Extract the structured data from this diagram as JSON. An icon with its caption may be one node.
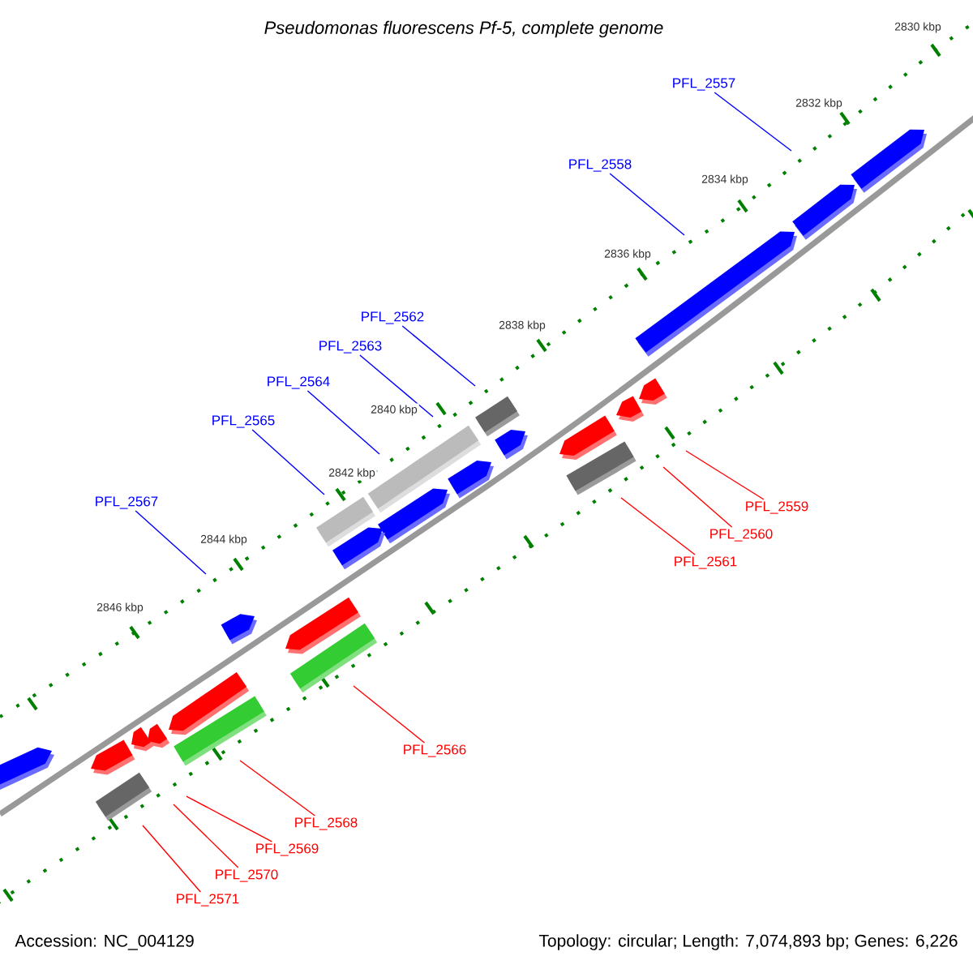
{
  "diagram": {
    "title": "Pseudomonas fluorescens Pf-5, complete genome",
    "nodes": [
      {
        "text": [
          "PFL_2557"
        ]
      },
      {
        "text": [
          "PFL_2558"
        ]
      },
      {
        "text": [
          "PFL_2562"
        ]
      },
      {
        "text": [
          "PFL_2563"
        ]
      },
      {
        "text": [
          "PFL_2564"
        ]
      },
      {
        "text": [
          "PFL_2565"
        ]
      },
      {
        "text": [
          "PFL_2567"
        ]
      },
      {
        "text": [
          "PFL_2559"
        ]
      },
      {
        "text": [
          "PFL_2560"
        ]
      },
      {
        "text": [
          "PFL_2561"
        ]
      },
      {
        "text": [
          "PFL_2566"
        ]
      },
      {
        "text": [
          "PFL_2568"
        ]
      },
      {
        "text": [
          "PFL_2569"
        ]
      },
      {
        "text": [
          "PFL_2570"
        ]
      },
      {
        "text": [
          "PFL_2571"
        ]
      }
    ],
    "edges": [
      {
        "from": 0,
        "to": null,
        "arrow": "none",
        "color": "#0000ff"
      },
      {
        "from": 1,
        "to": null,
        "arrow": "none",
        "color": "#0000ff"
      },
      {
        "from": 2,
        "to": null,
        "arrow": "none",
        "color": "#0000ff"
      },
      {
        "from": 3,
        "to": null,
        "arrow": "none",
        "color": "#0000ff"
      },
      {
        "from": 4,
        "to": null,
        "arrow": "none",
        "color": "#0000ff"
      },
      {
        "from": 5,
        "to": null,
        "arrow": "none",
        "color": "#0000ff"
      },
      {
        "from": 6,
        "to": null,
        "arrow": "none",
        "color": "#0000ff"
      },
      {
        "from": 7,
        "to": null,
        "arrow": "none",
        "color": "#ff0000"
      },
      {
        "from": 8,
        "to": null,
        "arrow": "none",
        "color": "#ff0000"
      },
      {
        "from": 9,
        "to": null,
        "arrow": "none",
        "color": "#ff0000"
      },
      {
        "from": 10,
        "to": null,
        "arrow": "none",
        "color": "#ff0000"
      },
      {
        "from": 11,
        "to": null,
        "arrow": "none",
        "color": "#ff0000"
      },
      {
        "from": 12,
        "to": null,
        "arrow": "none",
        "color": "#ff0000"
      },
      {
        "from": 13,
        "to": null,
        "arrow": "none",
        "color": "#ff0000"
      },
      {
        "from": 14,
        "to": null,
        "arrow": "none",
        "color": "#ff0000"
      }
    ],
    "labels": [
      "2830 kbp",
      "2832 kbp",
      "2834 kbp",
      "2836 kbp",
      "2838 kbp",
      "2840 kbp",
      "2842 kbp",
      "2844 kbp",
      "2846 kbp",
      "Accession: NC_004129",
      "Topology: circular; Length: 7,074,893 bp; Genes: 6,226"
    ]
  }
}
